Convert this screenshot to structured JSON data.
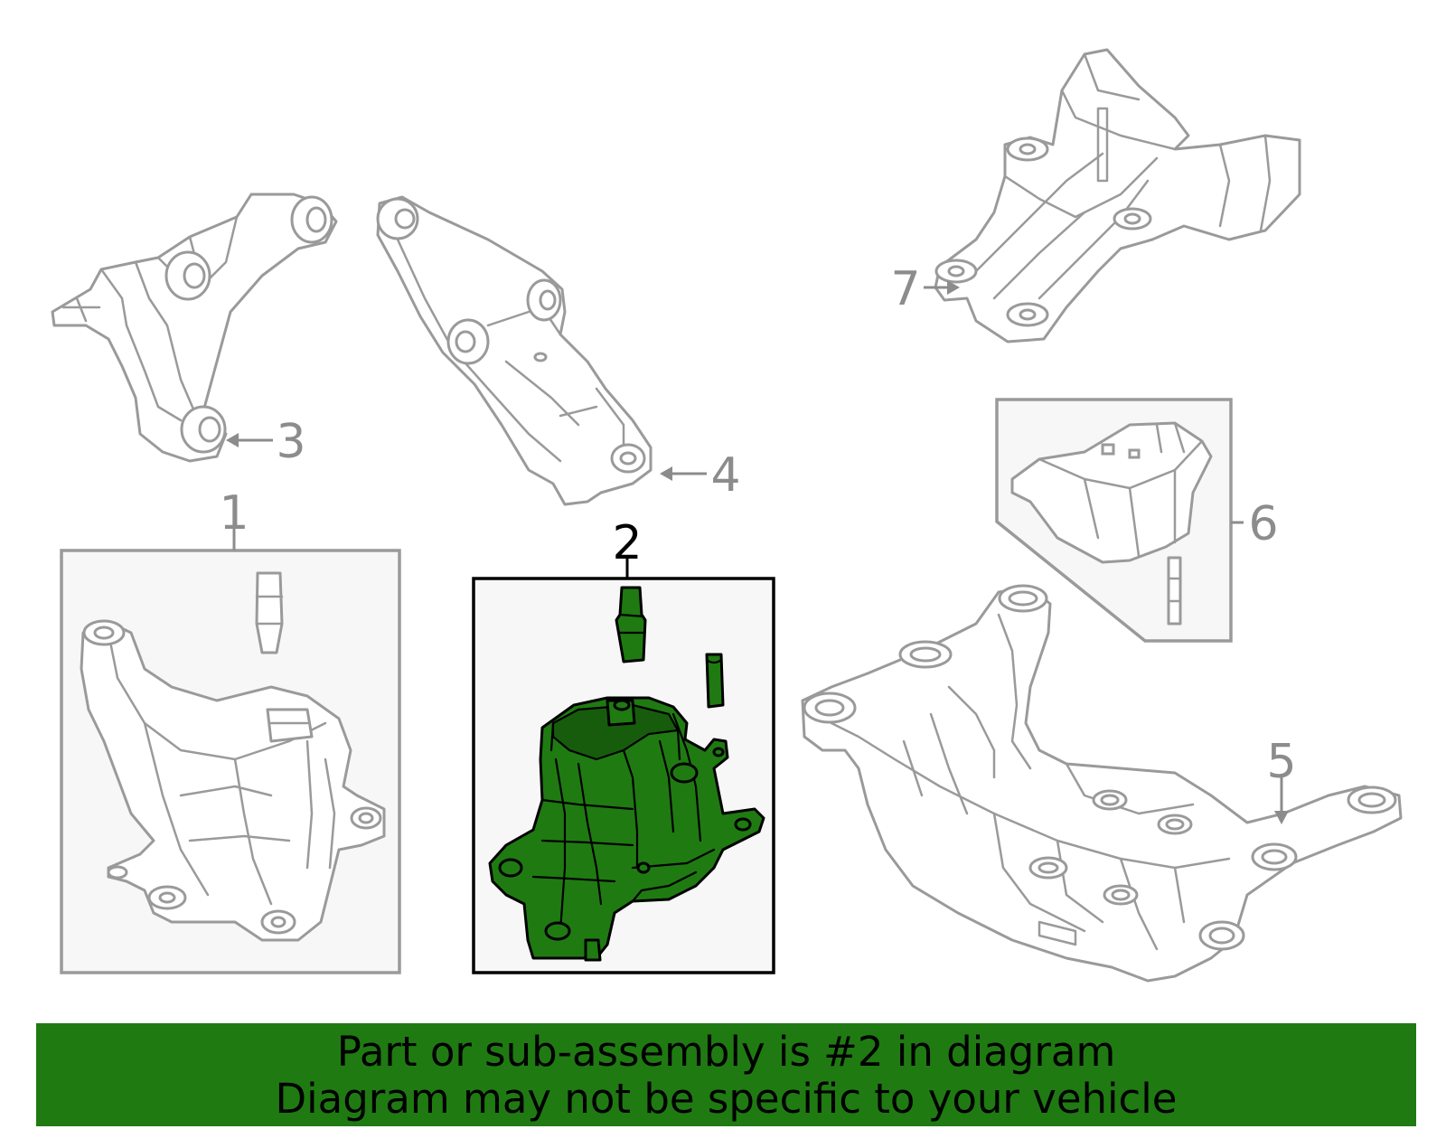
{
  "callouts": {
    "c1": "1",
    "c2": "2",
    "c3": "3",
    "c4": "4",
    "c5": "5",
    "c6": "6",
    "c7": "7"
  },
  "banner": {
    "line1": "Part or sub-assembly is #2 in diagram",
    "line2": "Diagram may not be specific to your vehicle"
  },
  "colors": {
    "highlight": "#1f7a12",
    "outline_gray": "#9a9a9a",
    "label_gray": "#8c8c8c"
  }
}
